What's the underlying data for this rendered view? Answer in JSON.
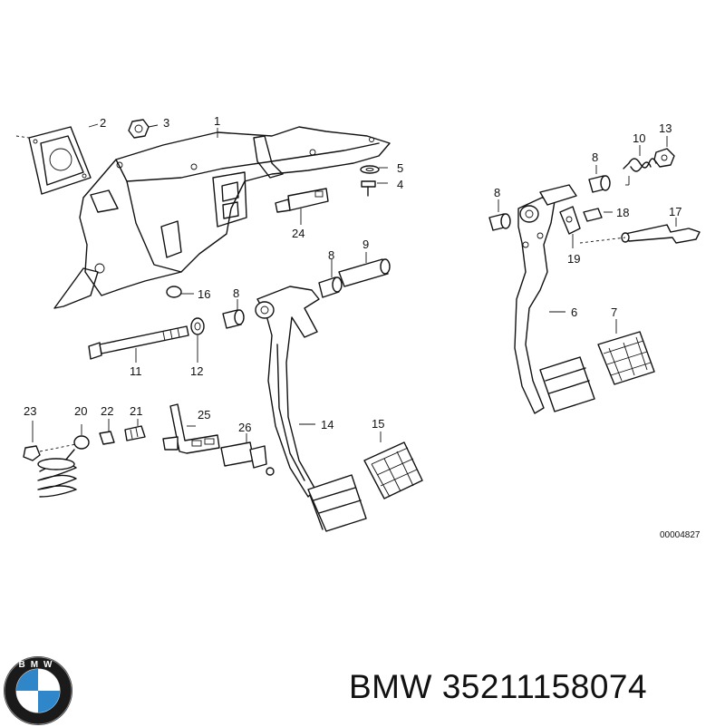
{
  "diagram": {
    "callouts": {
      "c1": "1",
      "c2": "2",
      "c3": "3",
      "c4": "4",
      "c5": "5",
      "c6": "6",
      "c7": "7",
      "c8a": "8",
      "c8b": "8",
      "c8c": "8",
      "c8d": "8",
      "c9": "9",
      "c10": "10",
      "c11": "11",
      "c12": "12",
      "c13": "13",
      "c14": "14",
      "c15": "15",
      "c16": "16",
      "c17": "17",
      "c18": "18",
      "c19": "19",
      "c20": "20",
      "c21": "21",
      "c22": "22",
      "c23": "23",
      "c24": "24",
      "c25": "25",
      "c26": "26"
    },
    "reference_code": "00004827"
  },
  "footer": {
    "part_number": "BMW 35211158074",
    "logo_text": "BMW",
    "logo_icon": "bmw-roundel-icon",
    "logo_colors": {
      "ring": "#1a1a1a",
      "blue": "#2f86c8",
      "white": "#ffffff"
    }
  }
}
